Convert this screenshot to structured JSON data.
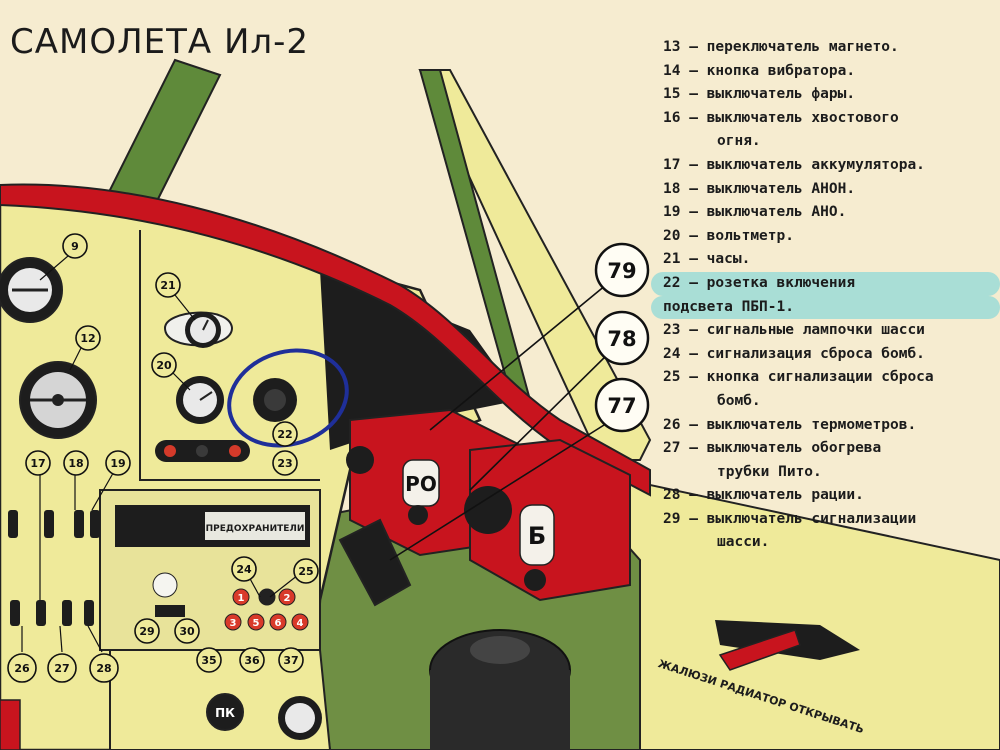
{
  "title": "САМОЛЕТА Ил-2",
  "legend": [
    {
      "num": "13",
      "text": "переключатель магнето."
    },
    {
      "num": "14",
      "text": "кнопка вибратора."
    },
    {
      "num": "15",
      "text": "выключатель фары."
    },
    {
      "num": "16",
      "text": "выключатель хвостового",
      "cont": "огня."
    },
    {
      "num": "17",
      "text": "выключатель аккумулятора."
    },
    {
      "num": "18",
      "text": "выключатель АНОН."
    },
    {
      "num": "19",
      "text": "выключатель АНО."
    },
    {
      "num": "20",
      "text": "вольтметр."
    },
    {
      "num": "21",
      "text": "часы."
    },
    {
      "num": "22",
      "text": "розетка включения",
      "cont": "подсвета ПБП-1.",
      "highlight": true
    },
    {
      "num": "23",
      "text": "сигнальные лампочки шасси"
    },
    {
      "num": "24",
      "text": "сигнализация сброса бомб."
    },
    {
      "num": "25",
      "text": "кнопка сигнализации сброса",
      "cont": "бомб."
    },
    {
      "num": "26",
      "text": "выключатель термометров."
    },
    {
      "num": "27",
      "text": "выключатель обогрева",
      "cont": "трубки Пито."
    },
    {
      "num": "28",
      "text": "выключатель рации."
    },
    {
      "num": "29",
      "text": "выключатель сигнализации",
      "cont": "шасси."
    }
  ],
  "dash": "—",
  "callouts": {
    "c79": "79",
    "c78": "78",
    "c77": "77",
    "c9": "9",
    "c12": "12",
    "c21": "21",
    "c20": "20",
    "c22": "22",
    "c23": "23",
    "c17": "17",
    "c18": "18",
    "c19": "19",
    "c24": "24",
    "c25": "25",
    "c26": "26",
    "c27": "27",
    "c28": "28",
    "c29": "29",
    "c30": "30",
    "c35": "35",
    "c36": "36",
    "c37": "37"
  },
  "small_buttons": {
    "b1": "1",
    "b2": "2",
    "b3": "3",
    "b5": "5",
    "b6": "6",
    "b4": "4"
  },
  "box_labels": {
    "ro": "РО",
    "b": "Б"
  },
  "panel_label": "ПРЕДОХРАНИТЕЛИ",
  "pk_label": "ПК",
  "radiator_text": "ЖАЛЮЗИ РАДИАТОР ОТКРЫВАТЬ",
  "colors": {
    "background": "#f6ecd0",
    "panel_yellow": "#efea9a",
    "frame_red": "#c8141e",
    "frame_green": "#5f8a3a",
    "highlight_teal": "#a9ded6",
    "annotation_blue": "#1f2f99"
  }
}
